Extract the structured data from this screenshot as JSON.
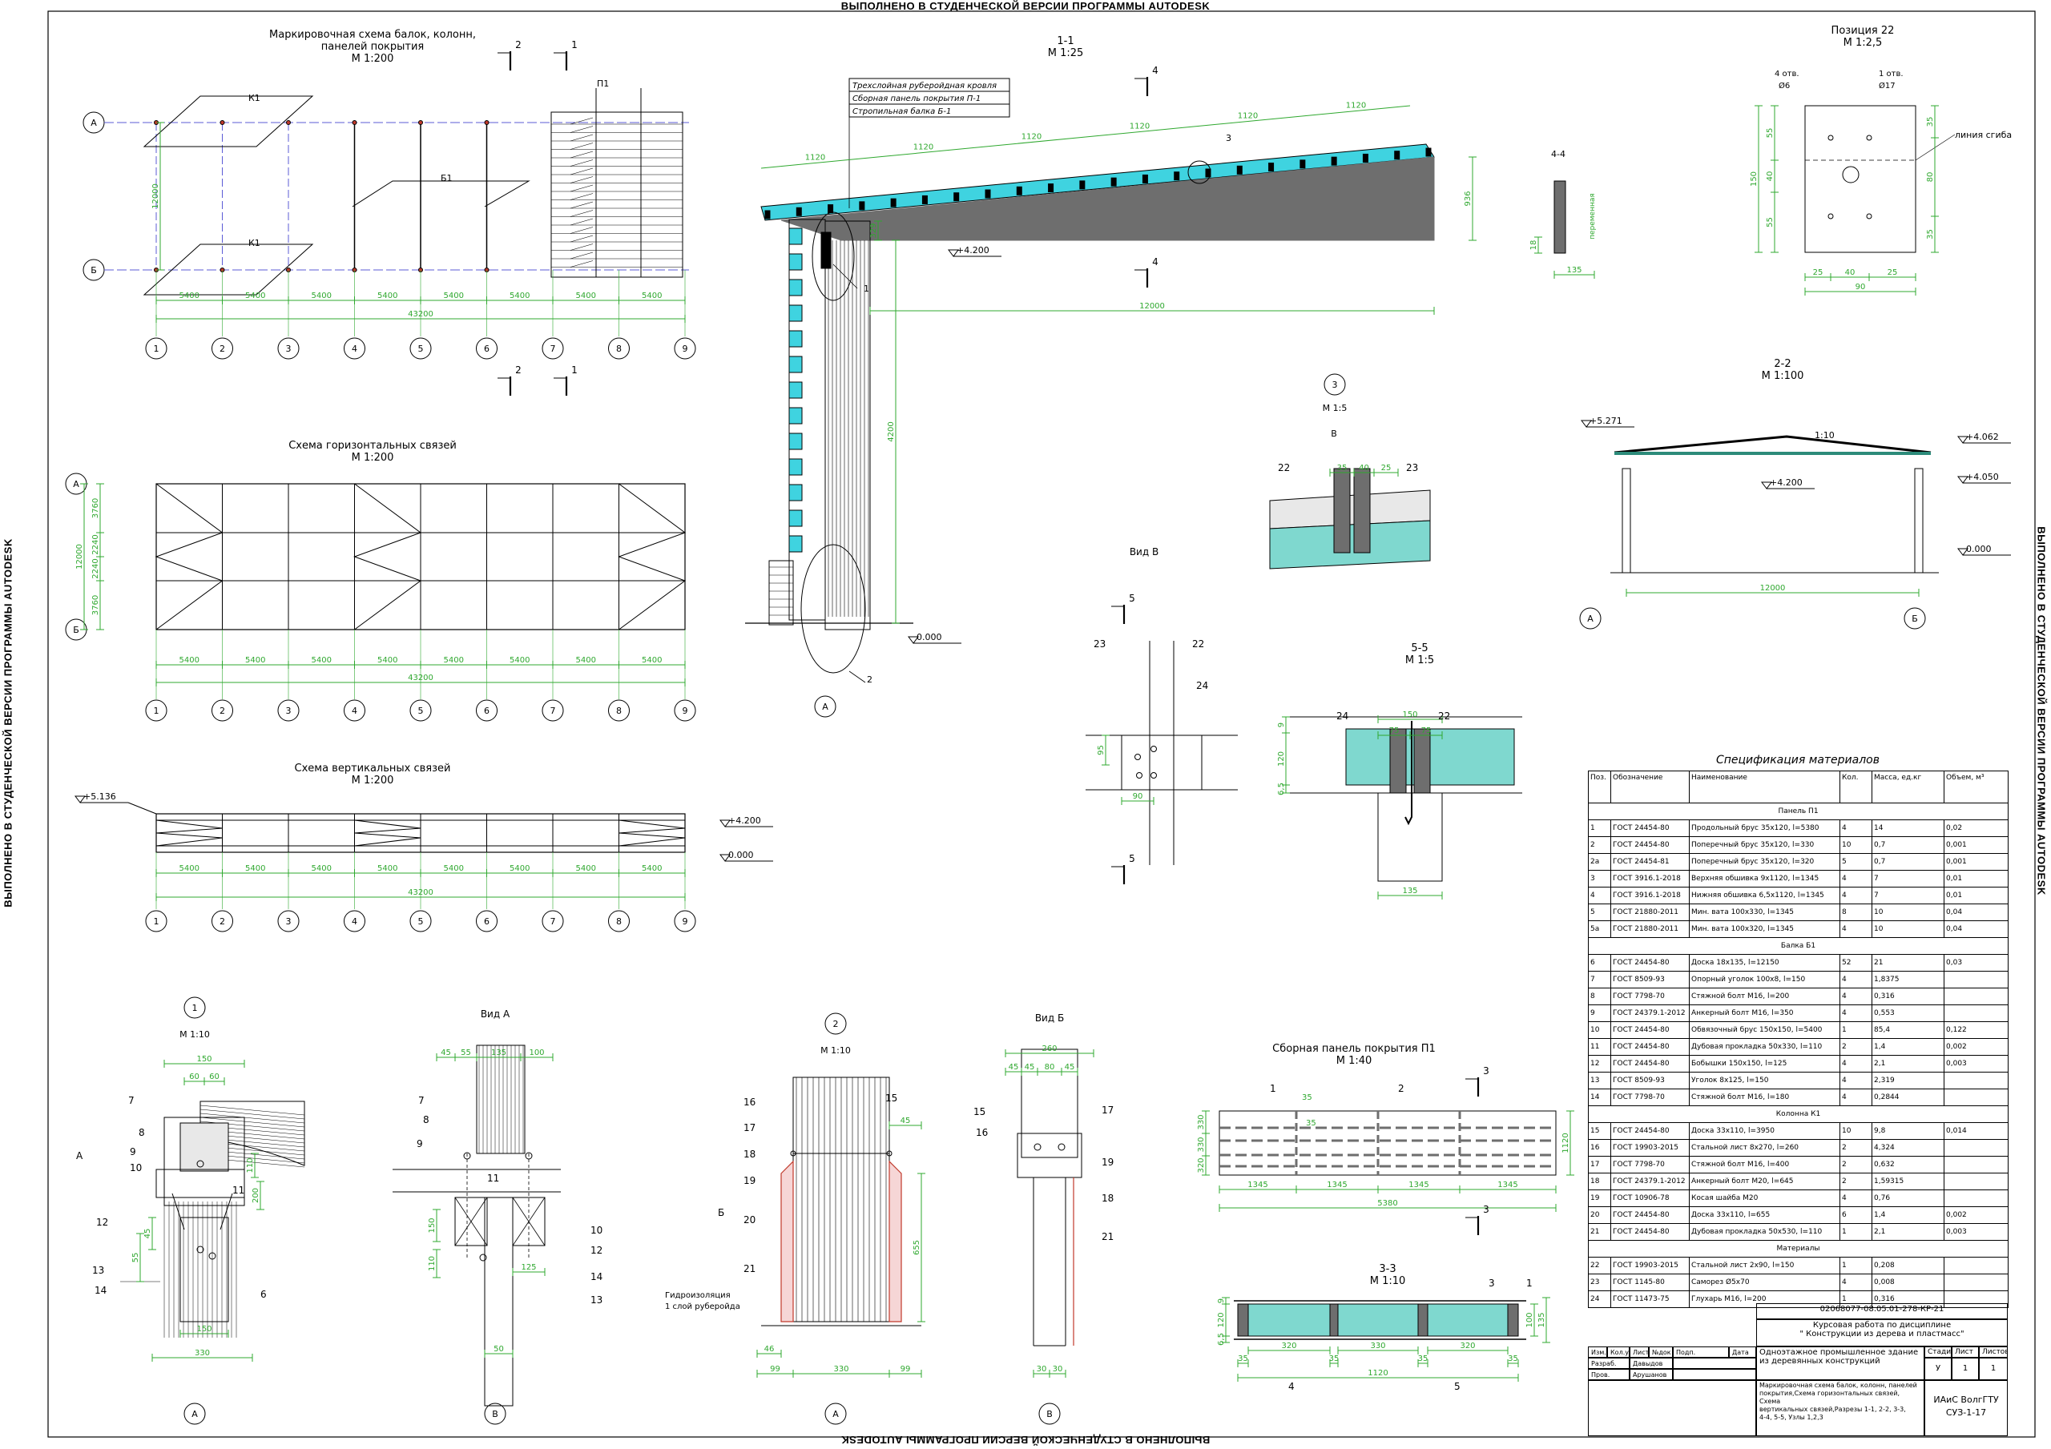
{
  "watermark": "ВЫПОЛНЕНО В СТУДЕНЧЕСКОЙ ВЕРСИИ ПРОГРАММЫ AUTODESK",
  "titles": {
    "marking": [
      "Маркировочная схема балок, колонн,",
      "панелей покрытия",
      "М 1:200"
    ],
    "horizontal": [
      "Схема горизонтальных связей",
      "М 1:200"
    ],
    "vertical": [
      "Схема вертикальных связей",
      "М 1:200"
    ],
    "section11": [
      "1-1",
      "М 1:25"
    ],
    "section44": "4-4",
    "pos22": [
      "Позиция 22",
      "М 1:2,5"
    ],
    "node3": [
      "3",
      "М 1:5"
    ],
    "section22": [
      "2-2",
      "М 1:100"
    ],
    "viewV": "Вид В",
    "section55": [
      "5-5",
      "М 1:5"
    ],
    "node1": [
      "1",
      "М 1:10"
    ],
    "viewA": "Вид А",
    "node2": [
      "2",
      "М 1:10"
    ],
    "viewB": "Вид Б",
    "panelP1": [
      "Сборная панель покрытия П1",
      "М 1:40"
    ],
    "section33": [
      "3-3",
      "М 1:10"
    ]
  },
  "axes": {
    "numbers": [
      "1",
      "2",
      "3",
      "4",
      "5",
      "6",
      "7",
      "8",
      "9"
    ],
    "letters": [
      "А",
      "Б"
    ],
    "span": "5400",
    "total": "43200",
    "height": "12000",
    "hbrace_dims": [
      "3760",
      "2240",
      "2240",
      "3760"
    ]
  },
  "marks": {
    "k1": "К1",
    "b1": "Б1",
    "p1": "П1",
    "cut1": "1",
    "cut2": "2",
    "cut4": "4",
    "cut3": "3",
    "cut5": "5"
  },
  "levels": {
    "l5136": "+5.136",
    "l4200": "+4.200",
    "l0": "0.000",
    "l5271": "+5.271",
    "l4062": "+4.062",
    "l4050": "+4.050",
    "slope": "1:10"
  },
  "section11": {
    "roof_layers": [
      "Трехслойная руберойдная кровля",
      "Сборная панель покрытия П-1",
      "Стропильная балка Б-1"
    ],
    "panel_dims": [
      "1120",
      "1120",
      "1120",
      "1120",
      "1120",
      "1120"
    ],
    "span": "12000",
    "col_height": "4200",
    "beam_h": "936",
    "sub_h": "329",
    "node_refs": [
      "1",
      "2",
      "3"
    ],
    "axis": "А"
  },
  "section44": {
    "w": "135",
    "off": "18",
    "label": "переменная"
  },
  "pos22": {
    "holes4": "4 отв.",
    "d6": "Ø6",
    "hole1": "1 отв.",
    "d17": "Ø17",
    "bend": "линия сгиба",
    "dims_v": [
      "55",
      "40",
      "55",
      "150"
    ],
    "dims_vr": [
      "35",
      "80",
      "35"
    ],
    "dims_h": [
      "25",
      "40",
      "25",
      "90"
    ]
  },
  "node3": {
    "dims": [
      "35",
      "40",
      "25"
    ],
    "parts": [
      "22",
      "23"
    ],
    "view": "В"
  },
  "section22": {
    "span": "12000"
  },
  "viewV": {
    "parts": [
      "23",
      "22",
      "24"
    ],
    "dims": [
      "90",
      "95"
    ],
    "cut": "5"
  },
  "section55": {
    "dims": [
      "150",
      "75",
      "75",
      "135",
      "120",
      "6,5",
      "9"
    ],
    "parts": [
      "24",
      "22"
    ]
  },
  "node1": {
    "parts": [
      "7",
      "8",
      "9",
      "10",
      "11",
      "12",
      "13",
      "14",
      "6"
    ],
    "dims": [
      "150",
      "60",
      "60",
      "330",
      "150",
      "110",
      "200",
      "45",
      "55"
    ],
    "axis": "А",
    "viewA": "А"
  },
  "viewA": {
    "parts": [
      "7",
      "8",
      "9",
      "11",
      "10",
      "12",
      "14",
      "13"
    ],
    "dims": [
      "45",
      "55",
      "135",
      "100",
      "150",
      "110",
      "125",
      "50"
    ],
    "axis": "В"
  },
  "node2": {
    "parts": [
      "16",
      "17",
      "18",
      "19",
      "20",
      "21",
      "15"
    ],
    "dims": [
      "46",
      "99",
      "330",
      "99",
      "655",
      "45"
    ],
    "note": [
      "Гидроизоляция",
      "1 слой руберойда"
    ],
    "axis": "А",
    "viewB": "Б"
  },
  "viewB": {
    "parts": [
      "15",
      "16",
      "17",
      "19",
      "18",
      "21"
    ],
    "dims": [
      "260",
      "45",
      "45",
      "45",
      "80",
      "30",
      "30"
    ],
    "axis": "В"
  },
  "panelP1": {
    "dims": [
      "1345",
      "1345",
      "1345",
      "1345",
      "5380",
      "330",
      "330",
      "320",
      "1120"
    ],
    "parts": [
      "1",
      "2"
    ],
    "cut": "3",
    "cut_marks": [
      "35",
      "35"
    ]
  },
  "section33": {
    "dims": [
      "320",
      "330",
      "320",
      "35",
      "35",
      "35",
      "35",
      "1120",
      "120",
      "9",
      "6,5",
      "100",
      "135"
    ],
    "parts": [
      "3",
      "1",
      "4",
      "5"
    ]
  },
  "spec": {
    "caption": "Спецификация материалов",
    "headers": [
      "Поз.",
      "Обозначение",
      "Наименование",
      "Кол.",
      "Масса, ед.кг",
      "Объем, м³"
    ],
    "rows": [
      {
        "section": "Панель П1"
      },
      {
        "pos": "1",
        "doc": "ГОСТ 24454-80",
        "name": "Продольный брус 35х120, l=5380",
        "qty": "4",
        "mass": "14",
        "vol": "0,02"
      },
      {
        "pos": "2",
        "doc": "ГОСТ 24454-80",
        "name": "Поперечный брус 35х120, l=330",
        "qty": "10",
        "mass": "0,7",
        "vol": "0,001"
      },
      {
        "pos": "2а",
        "doc": "ГОСТ 24454-81",
        "name": "Поперечный брус 35х120, l=320",
        "qty": "5",
        "mass": "0,7",
        "vol": "0,001"
      },
      {
        "pos": "3",
        "doc": "ГОСТ 3916.1-2018",
        "name": "Верхняя обшивка 9х1120, l=1345",
        "qty": "4",
        "mass": "7",
        "vol": "0,01"
      },
      {
        "pos": "4",
        "doc": "ГОСТ 3916.1-2018",
        "name": "Нижняя обшивка 6,5х1120, l=1345",
        "qty": "4",
        "mass": "7",
        "vol": "0,01"
      },
      {
        "pos": "5",
        "doc": "ГОСТ 21880-2011",
        "name": "Мин. вата 100х330, l=1345",
        "qty": "8",
        "mass": "10",
        "vol": "0,04"
      },
      {
        "pos": "5а",
        "doc": "ГОСТ 21880-2011",
        "name": "Мин. вата 100х320, l=1345",
        "qty": "4",
        "mass": "10",
        "vol": "0,04"
      },
      {
        "section": "Балка Б1"
      },
      {
        "pos": "6",
        "doc": "ГОСТ 24454-80",
        "name": "Доска 18х135, l=12150",
        "qty": "52",
        "mass": "21",
        "vol": "0,03"
      },
      {
        "pos": "7",
        "doc": "ГОСТ 8509-93",
        "name": "Опорный уголок 100х8, l=150",
        "qty": "4",
        "mass": "1,8375",
        "vol": ""
      },
      {
        "pos": "8",
        "doc": "ГОСТ 7798-70",
        "name": "Стяжной болт М16, l=200",
        "qty": "4",
        "mass": "0,316",
        "vol": ""
      },
      {
        "pos": "9",
        "doc": "ГОСТ 24379.1-2012",
        "name": "Анкерный болт М16, l=350",
        "qty": "4",
        "mass": "0,553",
        "vol": ""
      },
      {
        "pos": "10",
        "doc": "ГОСТ 24454-80",
        "name": "Обвязочный брус 150х150, l=5400",
        "qty": "1",
        "mass": "85,4",
        "vol": "0,122"
      },
      {
        "pos": "11",
        "doc": "ГОСТ 24454-80",
        "name": "Дубовая прокладка 50х330, l=110",
        "qty": "2",
        "mass": "1,4",
        "vol": "0,002"
      },
      {
        "pos": "12",
        "doc": "ГОСТ 24454-80",
        "name": "Бобышки 150х150, l=125",
        "qty": "4",
        "mass": "2,1",
        "vol": "0,003"
      },
      {
        "pos": "13",
        "doc": "ГОСТ 8509-93",
        "name": "Уголок 8х125, l=150",
        "qty": "4",
        "mass": "2,319",
        "vol": ""
      },
      {
        "pos": "14",
        "doc": "ГОСТ 7798-70",
        "name": "Стяжной болт М16, l=180",
        "qty": "4",
        "mass": "0,2844",
        "vol": ""
      },
      {
        "section": "Колонна К1"
      },
      {
        "pos": "15",
        "doc": "ГОСТ 24454-80",
        "name": "Доска 33х110, l=3950",
        "qty": "10",
        "mass": "9,8",
        "vol": "0,014"
      },
      {
        "pos": "16",
        "doc": "ГОСТ 19903-2015",
        "name": "Стальной лист 8х270, l=260",
        "qty": "2",
        "mass": "4,324",
        "vol": ""
      },
      {
        "pos": "17",
        "doc": "ГОСТ 7798-70",
        "name": "Стяжной болт М16, l=400",
        "qty": "2",
        "mass": "0,632",
        "vol": ""
      },
      {
        "pos": "18",
        "doc": "ГОСТ 24379.1-2012",
        "name": "Анкерный болт М20, l=645",
        "qty": "2",
        "mass": "1,59315",
        "vol": ""
      },
      {
        "pos": "19",
        "doc": "ГОСТ 10906-78",
        "name": "Косая шайба М20",
        "qty": "4",
        "mass": "0,76",
        "vol": ""
      },
      {
        "pos": "20",
        "doc": "ГОСТ 24454-80",
        "name": "Доска 33х110, l=655",
        "qty": "6",
        "mass": "1,4",
        "vol": "0,002"
      },
      {
        "pos": "21",
        "doc": "ГОСТ 24454-80",
        "name": "Дубовая прокладка 50х530, l=110",
        "qty": "1",
        "mass": "2,1",
        "vol": "0,003"
      },
      {
        "section": "Материалы"
      },
      {
        "pos": "22",
        "doc": "ГОСТ 19903-2015",
        "name": "Стальной лист 2х90, l=150",
        "qty": "1",
        "mass": "0,208",
        "vol": ""
      },
      {
        "pos": "23",
        "doc": "ГОСТ 1145-80",
        "name": "Саморез Ø5х70",
        "qty": "4",
        "mass": "0,008",
        "vol": ""
      },
      {
        "pos": "24",
        "doc": "ГОСТ 11473-75",
        "name": "Глухарь М16, l=200",
        "qty": "1",
        "mass": "0,316",
        "vol": ""
      }
    ]
  },
  "stamp": {
    "code": "02068077-08.05.01-278-КР-21",
    "course": [
      "Курсовая работа по дисциплине",
      "\" Конструкции из дерева и пластмасс\""
    ],
    "head": [
      "Изм.",
      "Кол.уч",
      "Лист",
      "№док",
      "Подп.",
      "Дата"
    ],
    "developer_role": "Разраб.",
    "developer": "Давыдов Д.А.",
    "checker_role": "Пров.",
    "checker": "Арушанов Е.Б.",
    "object": [
      "Одноэтажное промышленное здание",
      "из деревянных конструкций"
    ],
    "stage_head": [
      "Стадия",
      "Лист",
      "Листов"
    ],
    "stage": [
      "У",
      "1",
      "1"
    ],
    "sheet_title": [
      "Маркировочная схема балок, колонн, панелей",
      "покрытия,Схема горизонтальных связей, Схема",
      "вертикальных связей,Разрезы 1-1, 2-2, 3-3,",
      "4-4, 5-5, Узлы 1,2,3"
    ],
    "org": [
      "ИАиС ВолгГТУ",
      "СУЗ-1-17"
    ]
  }
}
